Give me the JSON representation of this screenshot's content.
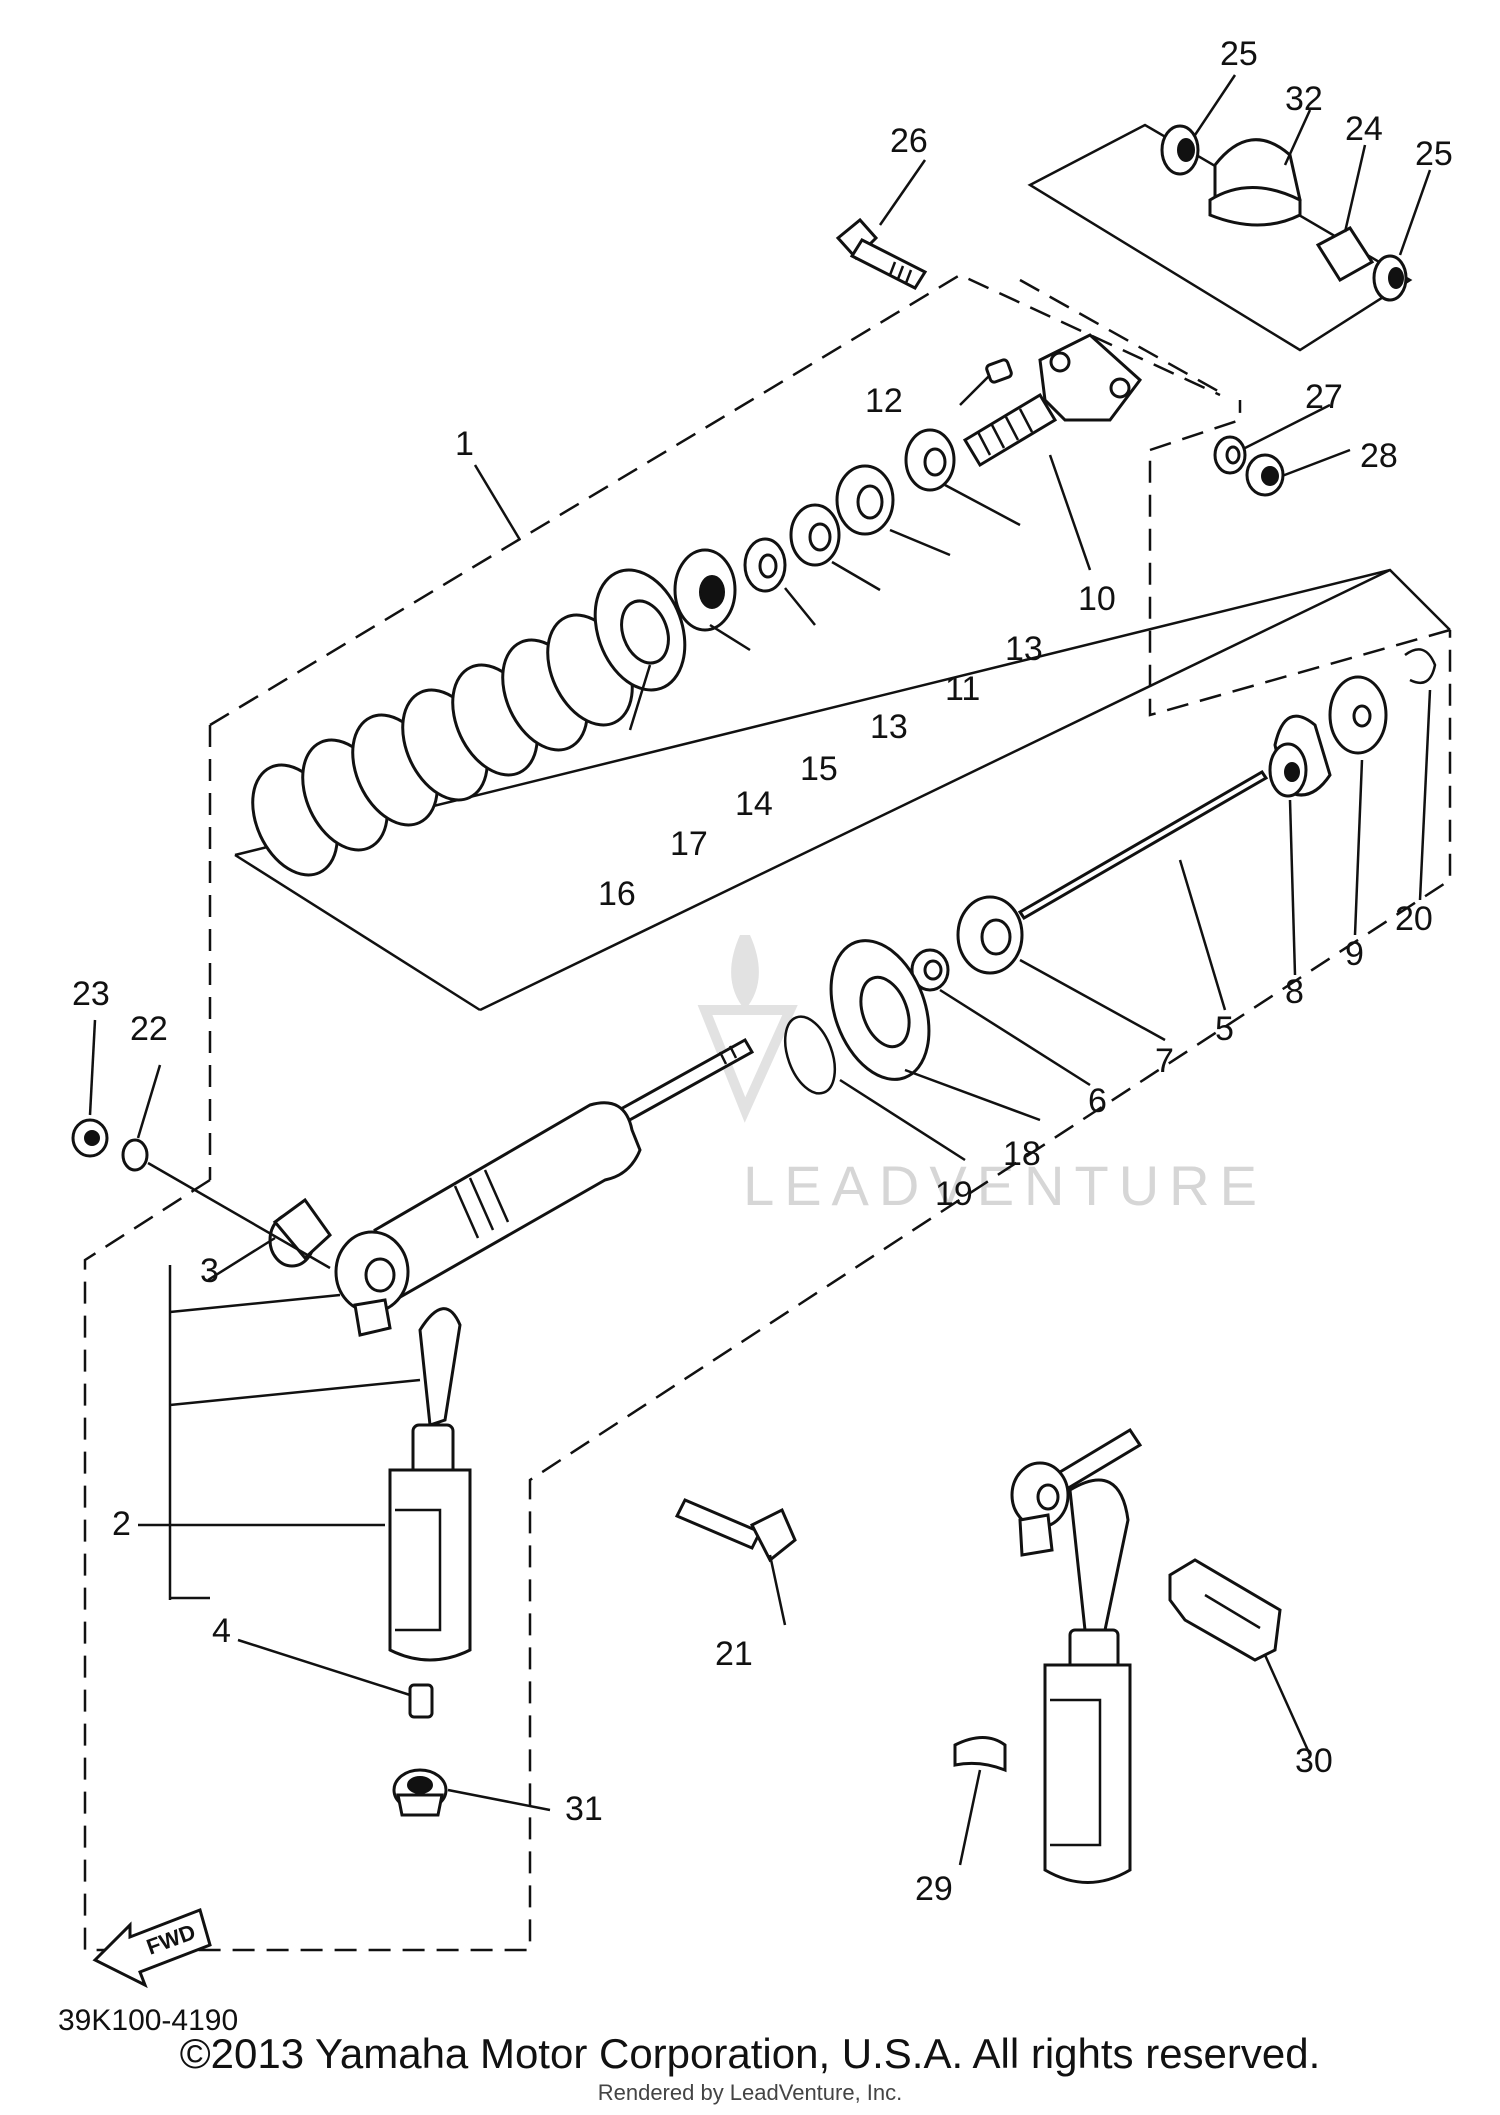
{
  "diagram": {
    "part_numbers": [
      "1",
      "2",
      "3",
      "4",
      "5",
      "6",
      "7",
      "8",
      "9",
      "10",
      "11",
      "12",
      "13",
      "13",
      "14",
      "15",
      "16",
      "17",
      "18",
      "19",
      "20",
      "21",
      "22",
      "23",
      "24",
      "25",
      "25",
      "26",
      "27",
      "28",
      "29",
      "30",
      "31",
      "32"
    ],
    "direction_label": "FWD",
    "drawing_code": "39K100-4190",
    "watermark": "LEADVENTURE"
  },
  "footer": {
    "copyright": "©2013 Yamaha Motor Corporation, U.S.A. All rights reserved.",
    "rendered_by": "Rendered by LeadVenture, Inc."
  }
}
